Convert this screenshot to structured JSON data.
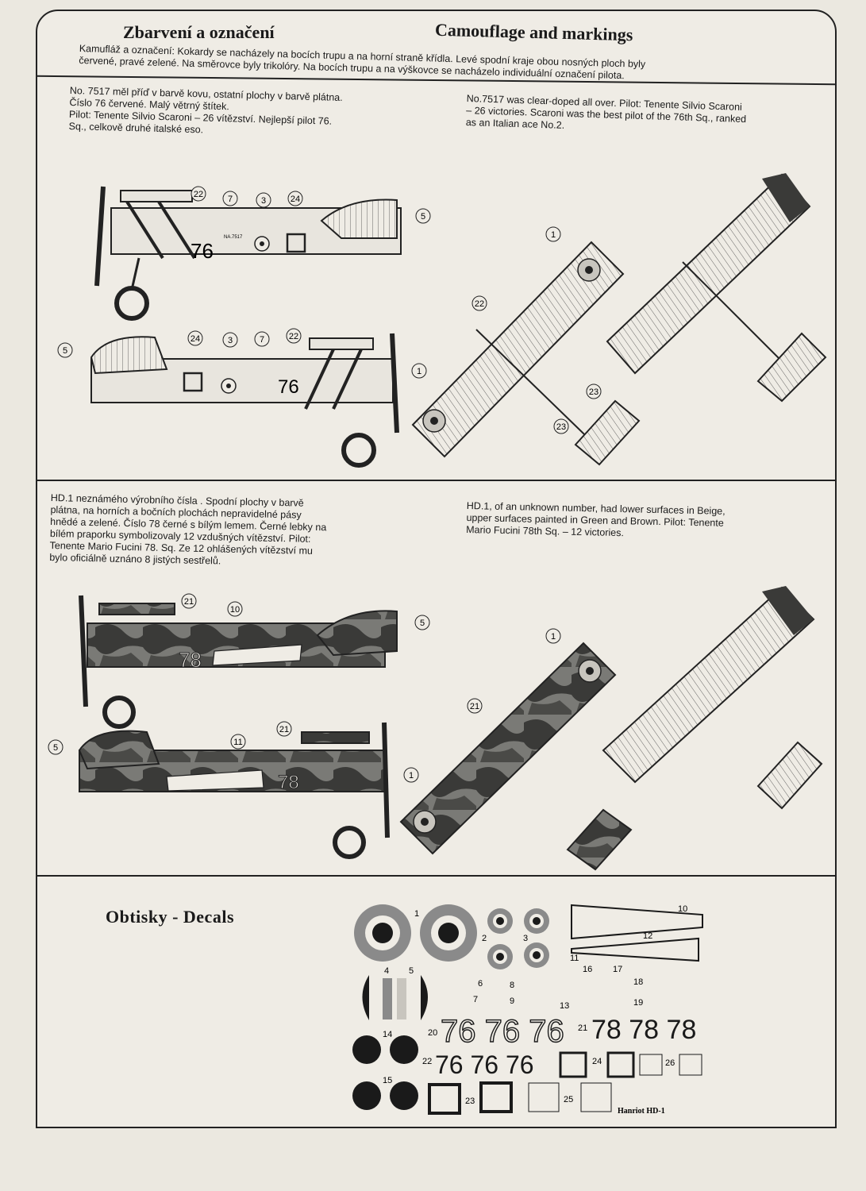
{
  "header": {
    "title_cz": "Zbarvení a označení",
    "title_en": "Camouflage and markings",
    "text_line1": "Kamufláž a označení: Kokardy se nacházely na bocích trupu a na horní straně křídla. Levé spodní kraje obou nosných ploch byly",
    "text_line2": "červené, pravé zelené. Na směrovce byly trikolóry. Na bocích trupu a na výškovce se nacházelo individuální označení pilota."
  },
  "section1": {
    "cz": [
      "No. 7517 měl příď v barvě kovu, ostatní plochy v barvě plátna.",
      "Číslo 76 červené. Malý větrný štítek.",
      "Pilot: Tenente Silvio Scaroni – 26 vítězství. Nejlepší pilot 76.",
      "Sq., celkově druhé italské eso."
    ],
    "en": [
      "No.7517 was clear-doped all over. Pilot: Tenente Silvio Scaroni",
      "– 26 victories. Scaroni was the best pilot of the 76th Sq., ranked",
      "as an Italian ace No.2."
    ],
    "callouts_side_top": [
      "22",
      "7",
      "3",
      "24",
      "5"
    ],
    "callouts_side_bottom": [
      "5",
      "24",
      "3",
      "7",
      "22"
    ],
    "callouts_plan": [
      "1",
      "22",
      "1",
      "23",
      "23"
    ],
    "fuselage_top": "76",
    "fuselage_bottom": "76",
    "serial": "NA.7517"
  },
  "section2": {
    "cz": [
      "HD.1 neznámého výrobního čísla . Spodní plochy v barvě",
      "plátna, na horních a bočních plochách nepravidelné pásy",
      "hnědé a zelené. Číslo 78 černé s bílým lemem. Černé lebky na",
      "bílém praporku symbolizovaly 12 vzdušných vítězství. Pilot:",
      "Tenente Mario Fucini 78. Sq. Ze 12 ohlášených vítězství mu",
      "bylo oficiálně uznáno 8 jistých sestřelů."
    ],
    "en": [
      "HD.1, of an unknown number, had lower surfaces in Beige,",
      "upper surfaces painted in Green and Brown. Pilot: Tenente",
      "Mario Fucini 78th Sq. – 12 victories."
    ],
    "callouts_side_top": [
      "21",
      "10",
      "5"
    ],
    "callouts_side_bottom": [
      "5",
      "11",
      "21"
    ],
    "callouts_plan": [
      "1",
      "21",
      "1"
    ],
    "fuselage_top": "78",
    "fuselage_bottom": "78"
  },
  "decals": {
    "title": "Obtisky - Decals",
    "num_labels": [
      "1",
      "2",
      "3",
      "4",
      "5",
      "6",
      "7",
      "8",
      "9",
      "10",
      "11",
      "12",
      "13",
      "14",
      "15",
      "16",
      "17",
      "18",
      "19",
      "20",
      "21",
      "22",
      "23",
      "24",
      "25",
      "26"
    ],
    "large_76_row": "76 76 76",
    "bold_78_row": "78 78 78",
    "small_76_row": "76 76 76",
    "footer": "Hanriot HD-1",
    "colors": {
      "ink": "#1a1a1a",
      "paper": "#efece5",
      "mid_grey": "#8a8a8a",
      "light_grey": "#c8c5be"
    }
  }
}
